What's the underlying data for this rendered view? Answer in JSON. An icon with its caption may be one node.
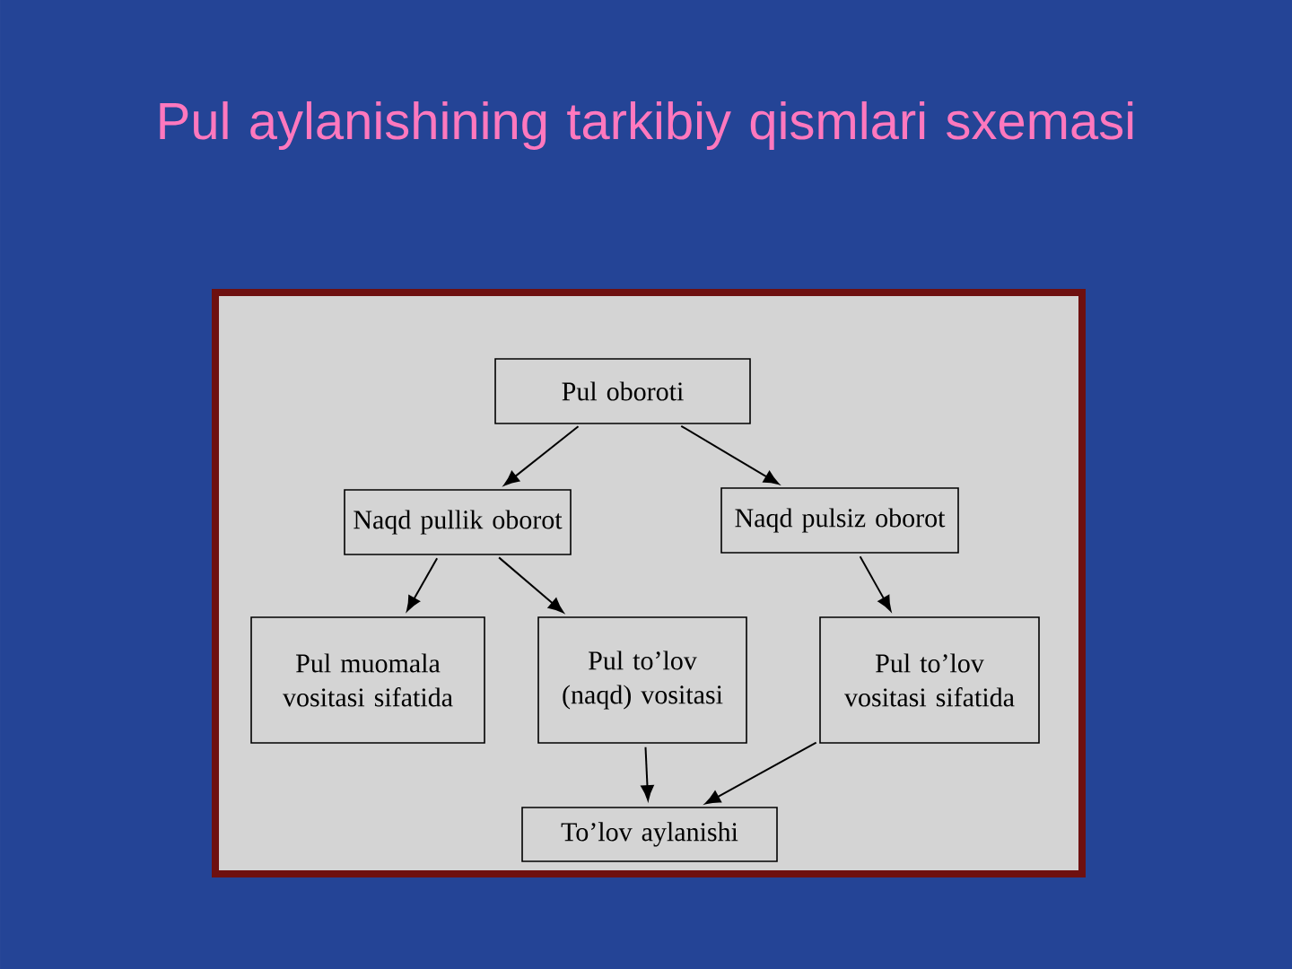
{
  "diagram": {
    "title": "Pul aylanishining tarkibiy qismlari sxemasi",
    "nodes": [
      {
        "text": [
          "Pul oboroti"
        ]
      },
      {
        "text": [
          "Naqd pullik oborot"
        ]
      },
      {
        "text": [
          "Naqd pulsiz oborot"
        ]
      },
      {
        "text": [
          "Pul muomala vositasi sifatida"
        ]
      },
      {
        "text": [
          "Pul to’lov (naqd) vositasi"
        ]
      },
      {
        "text": [
          "Pul to’lov vositasi sifatida"
        ]
      },
      {
        "text": [
          "To’lov aylanishi"
        ]
      }
    ],
    "edges": [
      {
        "from": 0,
        "to": 1,
        "arrow": "to"
      },
      {
        "from": 0,
        "to": 2,
        "arrow": "to"
      },
      {
        "from": 1,
        "to": 3,
        "arrow": "to"
      },
      {
        "from": 1,
        "to": 4,
        "arrow": "to"
      },
      {
        "from": 2,
        "to": 5,
        "arrow": "to"
      },
      {
        "from": 4,
        "to": 6,
        "arrow": "to"
      },
      {
        "from": 5,
        "to": 6,
        "arrow": "to"
      }
    ]
  }
}
